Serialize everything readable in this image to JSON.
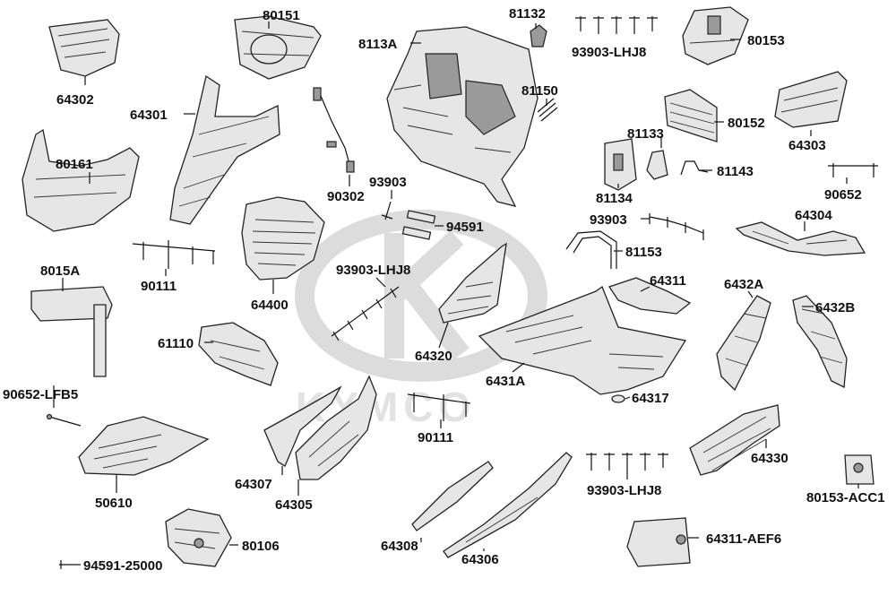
{
  "watermark": {
    "text": "KYMCO"
  },
  "parts": [
    "64302",
    "80151",
    "8113A",
    "81132",
    "93903-LHJ8",
    "80153",
    "64301",
    "81150",
    "80152",
    "64303",
    "80161",
    "90302",
    "81133",
    "81134",
    "81143",
    "93903",
    "90652",
    "94591",
    "93903",
    "64304",
    "8015A",
    "90111",
    "64400",
    "93903-LHJ8",
    "81153",
    "64311",
    "6432A",
    "6432B",
    "61110",
    "64320",
    "6431A",
    "90652-LFB5",
    "64317",
    "90111",
    "64330",
    "64307",
    "64305",
    "50610",
    "93903-LHJ8",
    "80153-ACC1",
    "80106",
    "64308",
    "64306",
    "64311-AEF6",
    "94591-25000"
  ]
}
